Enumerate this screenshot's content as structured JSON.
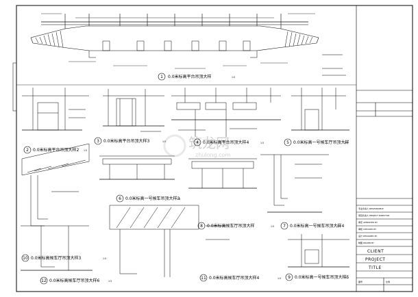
{
  "drawing": {
    "details": [
      {
        "no": "1",
        "title": "0.0米标高平台吊顶大样",
        "scale": "1:5"
      },
      {
        "no": "2",
        "title": "0.0米标高平台吊顶大样2",
        "scale": "1:5"
      },
      {
        "no": "3",
        "title": "0.0米标高平台吊顶大样3",
        "scale": "1:5"
      },
      {
        "no": "4",
        "title": "0.0米标高平台吊顶大样4",
        "scale": "1:5"
      },
      {
        "no": "5",
        "title": "0.0米标高一号候车厅吊顶大样",
        "scale": "1:5"
      },
      {
        "no": "6",
        "title": "0.0米标高一号候车吊顶大样3",
        "scale": "1:5"
      },
      {
        "no": "7",
        "title": "0.0米标高一号候车吊顶大样4",
        "scale": "1:5"
      },
      {
        "no": "8",
        "title": "0.0米标高候车厅吊顶大样",
        "scale": "1:5"
      },
      {
        "no": "9",
        "title": "0.0米标高一号候车吊顶大样5",
        "scale": "1:5"
      },
      {
        "no": "10",
        "title": "0.0米标高候车厅吊顶大样3",
        "scale": "1:5"
      },
      {
        "no": "11",
        "title": "0.0米标高候车厅吊顶大样4",
        "scale": "1:5"
      },
      {
        "no": "12",
        "title": "0.0米标高候车厅吊顶大样6",
        "scale": "1:5"
      }
    ]
  },
  "watermark": {
    "name": "筑龙网",
    "site": "zhulong.com"
  },
  "title_block": {
    "client_label": "CLIENT",
    "project_label": "PROJECT",
    "title_label": "TITLE",
    "rows": [
      "专业负责人 RESPONSIBLE",
      "项目负责人 PROJECT DIRECTOR",
      "审定 APPROVED BY",
      "审核 CHECKED BY",
      "设计 DESIGNED BY",
      "制图 DRAWN BY"
    ],
    "drawing_no_label": "图号",
    "scale_label": "比例"
  }
}
